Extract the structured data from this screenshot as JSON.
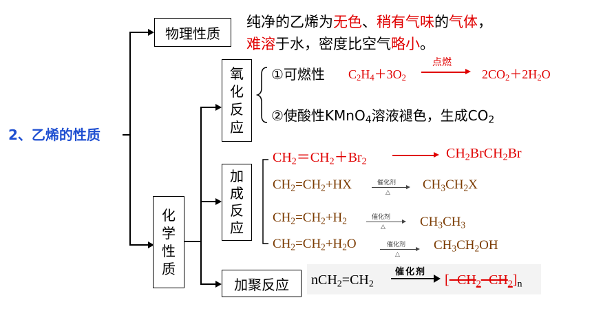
{
  "title": "2、乙烯的性质",
  "physical": {
    "label": "物理性质",
    "desc1_a": "纯净的乙烯为",
    "desc1_b": "无色",
    "desc1_c": "、",
    "desc1_d": "稍有气味",
    "desc1_e": "的",
    "desc1_f": "气体",
    "desc1_g": "，",
    "desc2_a": "难溶",
    "desc2_b": "于水，密度比空气",
    "desc2_c": "略小",
    "desc2_d": "。"
  },
  "chemical": {
    "label_chars": [
      "化",
      "学",
      "性",
      "质"
    ],
    "oxidation": {
      "label_chars": [
        "氧",
        "化",
        "反",
        "应"
      ],
      "item1_label": "①可燃性",
      "item1_condition": "点燃",
      "item2_text": "②使酸性KMnO",
      "item2_sub": "4",
      "item2_tail": "溶液褪色，生成CO",
      "item2_tail_sub": "2"
    },
    "addition": {
      "label_chars": [
        "加",
        "成",
        "反",
        "应"
      ],
      "catalyst": "催化剂",
      "heat": "△"
    },
    "polymerization": {
      "label": "加聚反应",
      "catalyst": "催化剂"
    }
  }
}
